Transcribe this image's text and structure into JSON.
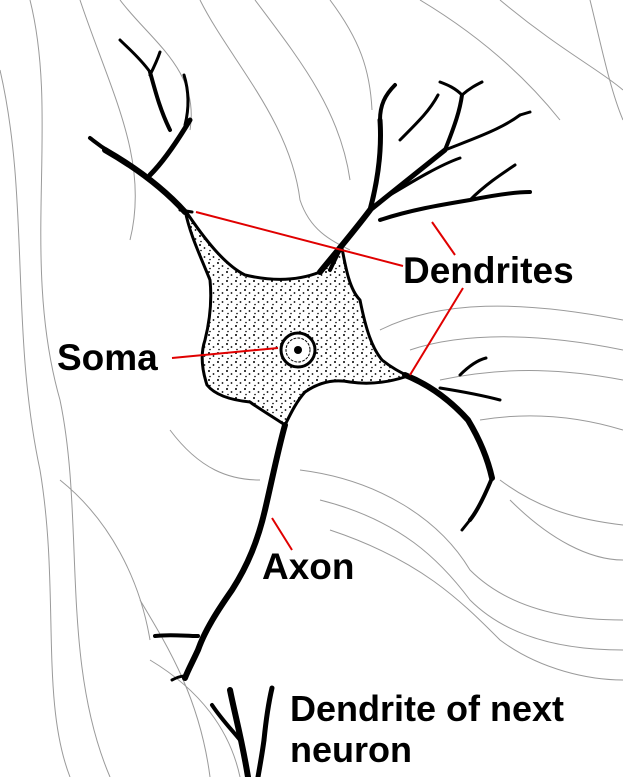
{
  "labels": {
    "dendrites": "Dendrites",
    "soma": "Soma",
    "axon": "Axon",
    "next_dendrite_line1": "Dendrite of next",
    "next_dendrite_line2": "neuron"
  },
  "colors": {
    "background": "#ffffff",
    "ink": "#000000",
    "leader_line": "#e00000",
    "contour": "#9a9a9a"
  }
}
